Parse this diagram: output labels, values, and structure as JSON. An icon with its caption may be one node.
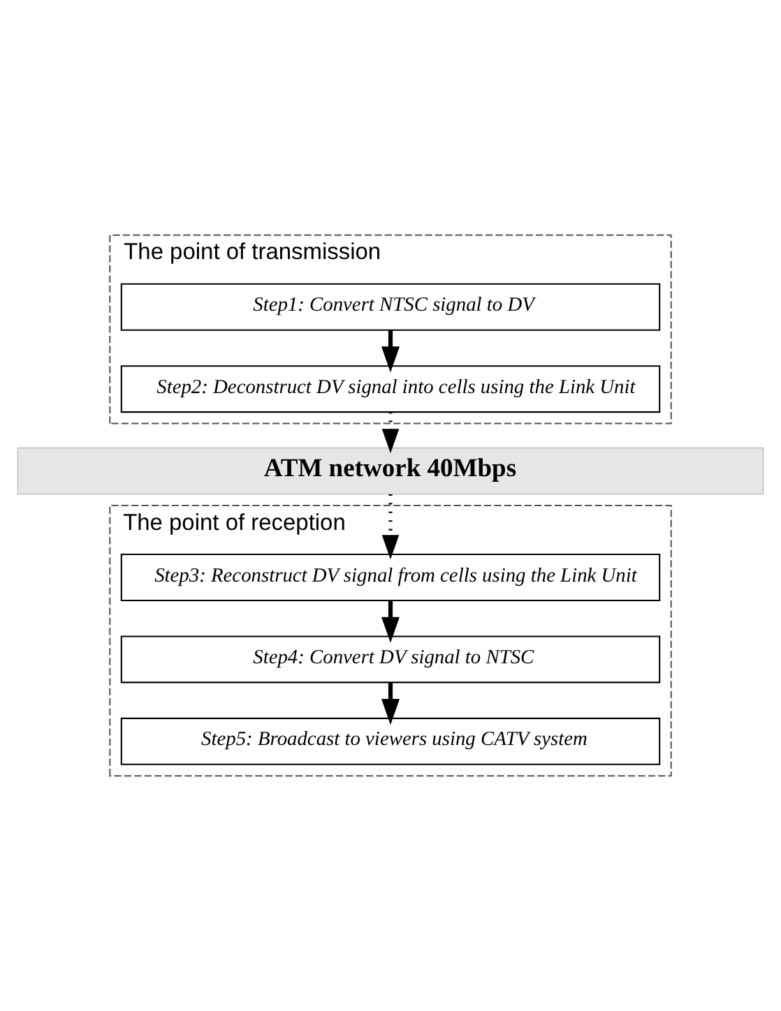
{
  "diagram": {
    "nodes": [
      {
        "text": [
          "The point of transmission"
        ]
      },
      {
        "text": [
          "Step1: Convert NTSC signal to DV"
        ],
        "in": 0
      },
      {
        "text": [
          "Step2: Deconstruct DV signal into cells using the Link Unit"
        ],
        "in": 0
      },
      {
        "text": [
          "ATM network 40Mbps"
        ]
      },
      {
        "text": [
          "The point of reception"
        ]
      },
      {
        "text": [
          "Step3: Reconstruct DV signal from cells using the Link Unit"
        ],
        "in": 4
      },
      {
        "text": [
          "Step4: Convert DV signal to NTSC"
        ],
        "in": 4
      },
      {
        "text": [
          "Step5: Broadcast to viewers using CATV system"
        ],
        "in": 4
      }
    ],
    "edges": [
      {
        "from": 1,
        "to": 2,
        "arrow": "to"
      },
      {
        "from": 2,
        "to": 3,
        "arrow": "to",
        "style": "dashed"
      },
      {
        "from": 3,
        "to": 5,
        "arrow": "to",
        "style": "dashed"
      },
      {
        "from": 5,
        "to": 6,
        "arrow": "to"
      },
      {
        "from": 6,
        "to": 7,
        "arrow": "to"
      }
    ]
  }
}
